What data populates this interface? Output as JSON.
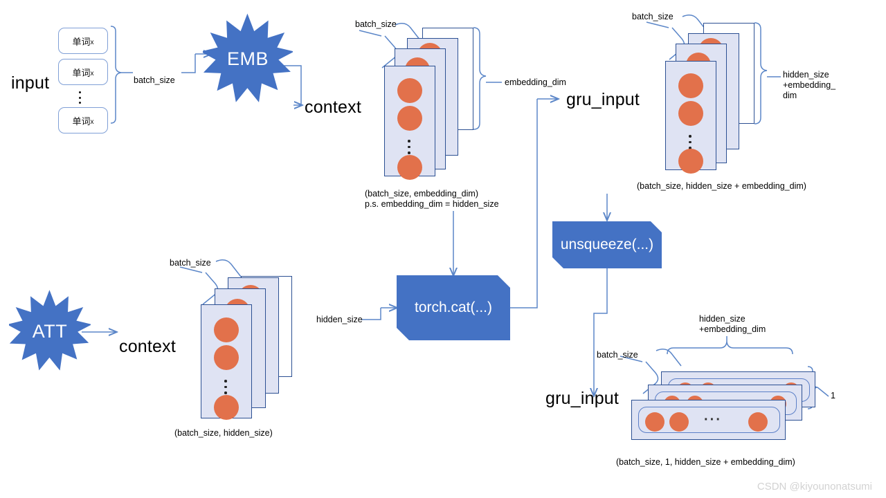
{
  "diagram": {
    "title_watermark": "CSDN @kiyounonatsumi",
    "colors": {
      "process_blue": "#4472C4",
      "panel_fill": "#dfe3f3",
      "panel_stroke": "#2b4f92",
      "dot_orange": "#e2714b",
      "wire_blue": "#5b86c8",
      "word_box_stroke": "#7f9fd6"
    },
    "labels": {
      "input": "input",
      "emb": "EMB",
      "att": "ATT",
      "context_top": "context",
      "context_bottom": "context",
      "batch_size_input": "batch_size",
      "batch_size_mid": "batch_size",
      "batch_size_right": "batch_size",
      "batch_size_att": "batch_size",
      "batch_size_gru": "batch_size",
      "embedding_dim": "embedding_dim",
      "hidden_size": "hidden_size",
      "hidden_plus_embedding": "hidden_size\n+embedding_\ndim",
      "hidden_plus_embedding_bottom": "hidden_size\n+embedding_dim",
      "one": "1",
      "gru_input_top": "gru_input",
      "gru_input_bottom": "gru_input",
      "torch_cat": "torch.cat(...)",
      "unsqueeze": "unsqueeze(...)",
      "word_token": "单词",
      "word_token_sub": "x",
      "caption_embed": "(batch_size, embedding_dim)",
      "caption_embed_ps": "p.s. embedding_dim = hidden_size",
      "caption_concat": "(batch_size, hidden_size + embedding_dim)",
      "caption_hidden": "(batch_size, hidden_size)",
      "caption_unsqueezed": "(batch_size, 1, hidden_size + embedding_dim)"
    }
  }
}
